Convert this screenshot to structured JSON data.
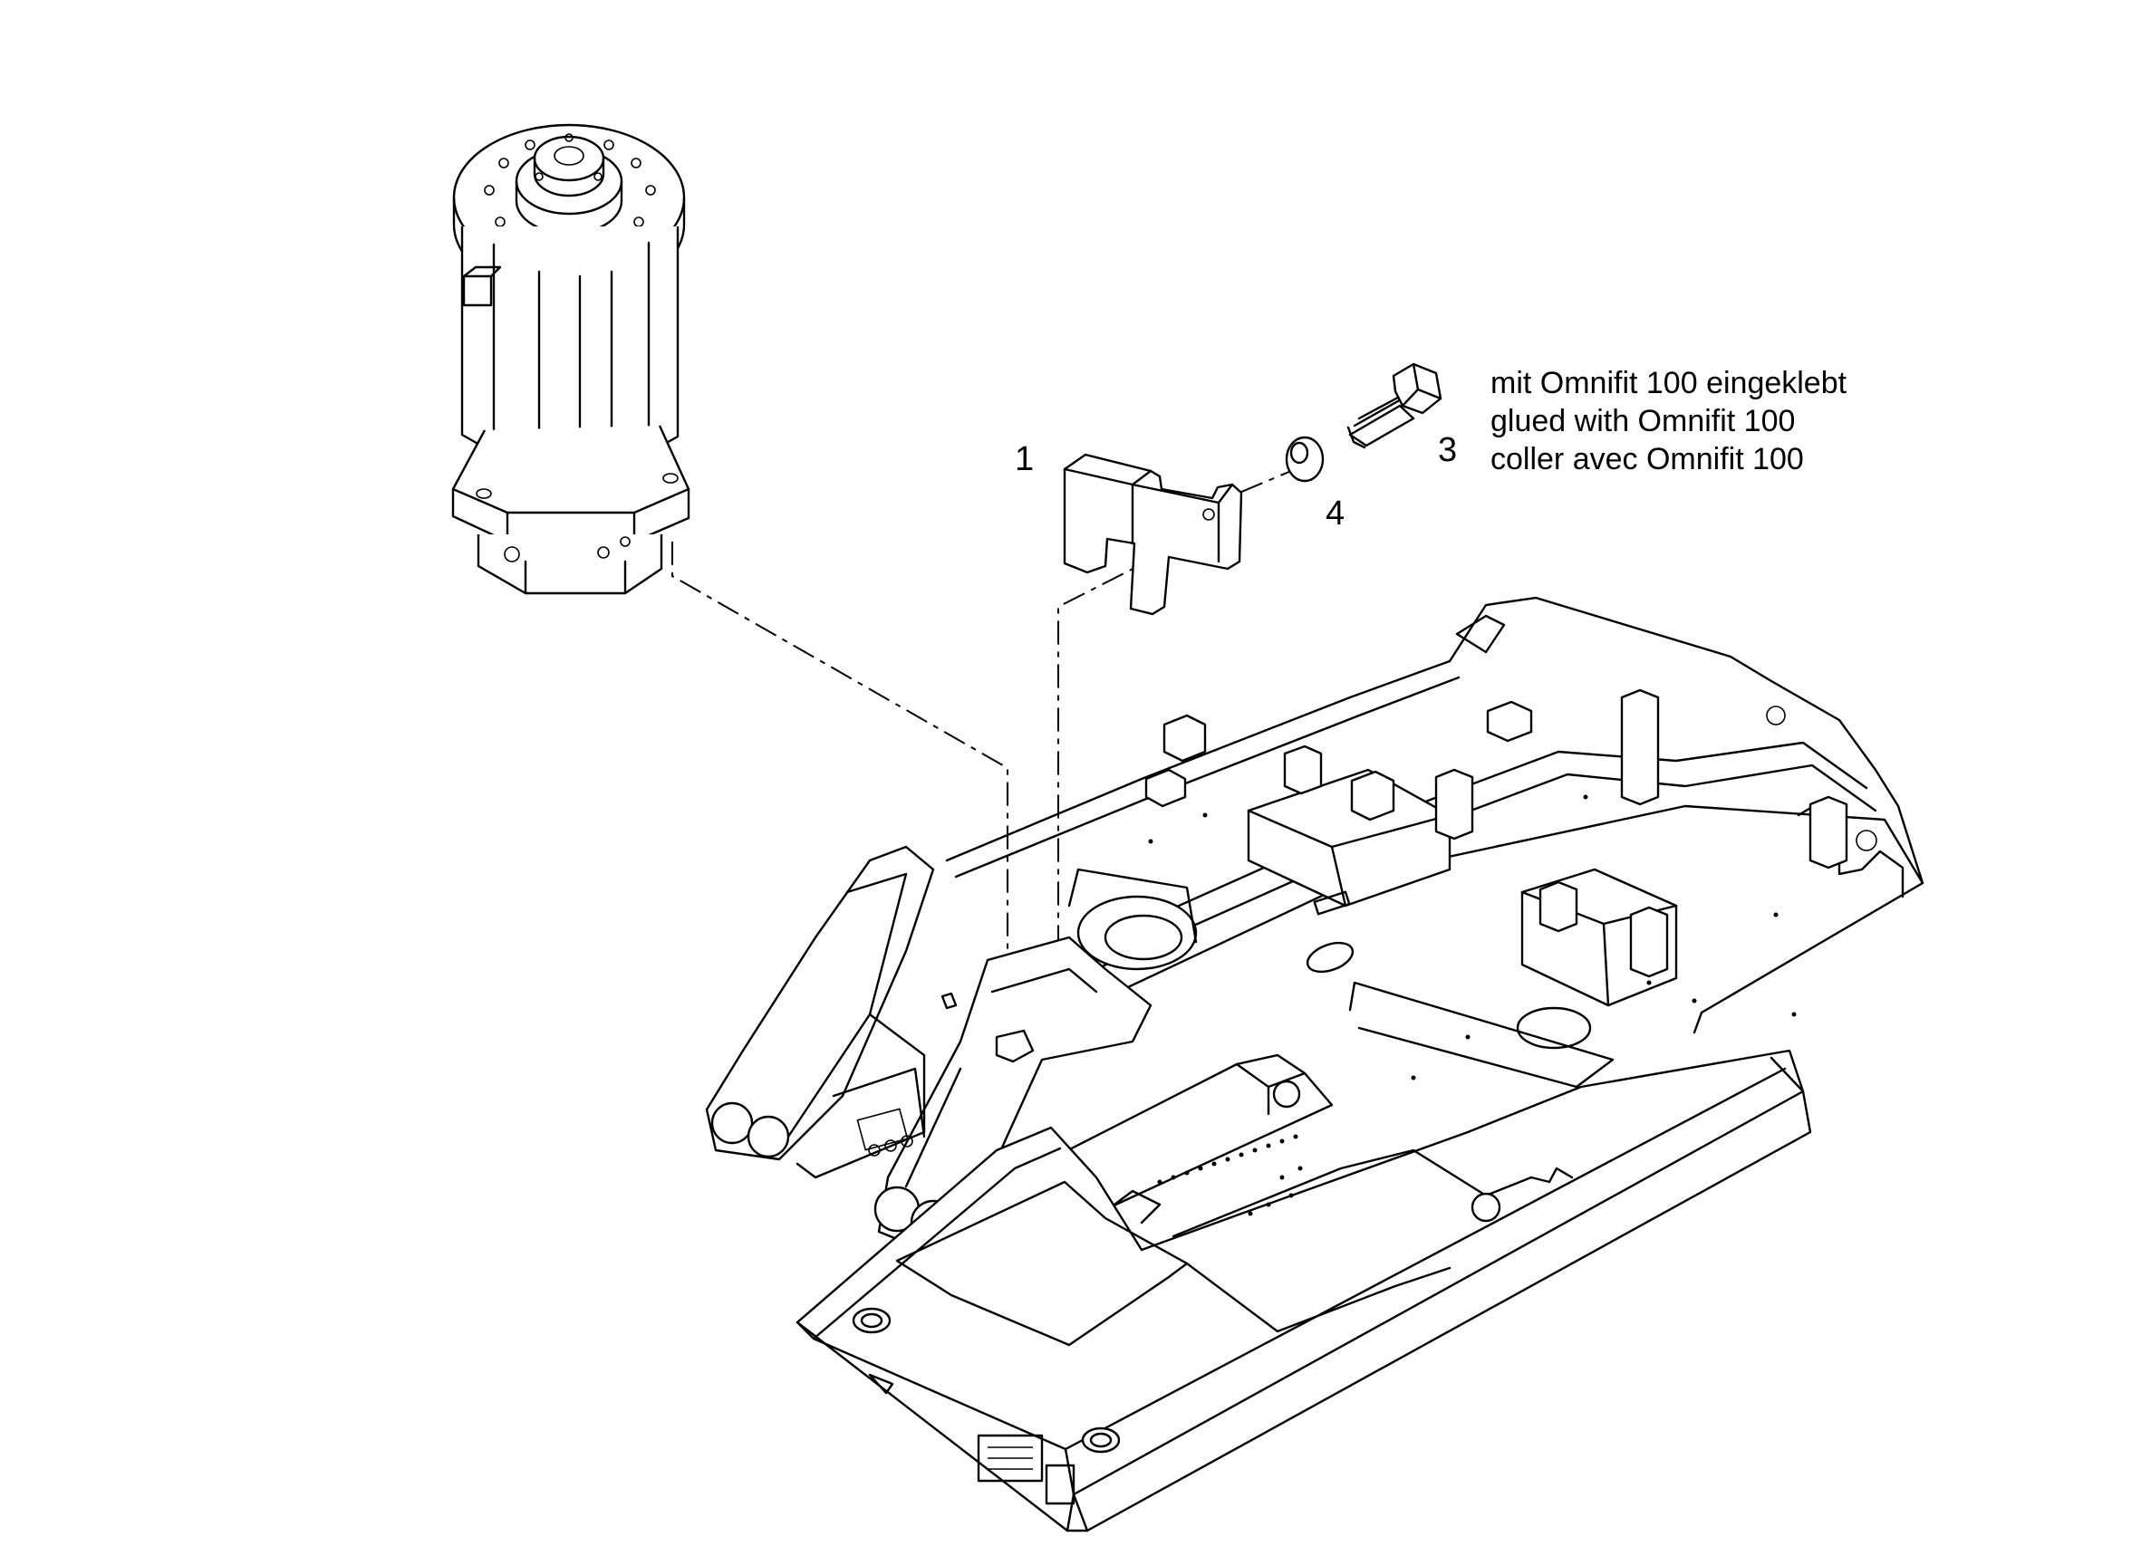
{
  "callouts": {
    "item_1": "1",
    "item_3": "3",
    "item_4": "4"
  },
  "note": {
    "line_de": "mit Omnifit 100 eingeklebt",
    "line_en": "glued with Omnifit 100",
    "line_fr": "coller avec Omnifit 100"
  },
  "parts": {
    "swivel_joint": "rotary-joint-icon",
    "bracket": "bracket-icon",
    "screw": "hex-bolt-icon",
    "washer": "washer-icon",
    "frame": "undercarriage-frame-icon"
  },
  "colors": {
    "line": "#000000",
    "background": "#ffffff"
  }
}
